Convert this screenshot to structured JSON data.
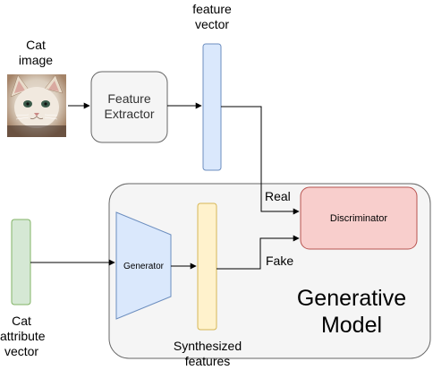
{
  "labels": {
    "cat_image": "Cat\nimage",
    "feature_vector": "feature\nvector",
    "feature_extractor": "Feature\nExtractor",
    "real": "Real",
    "discriminator": "Discriminator",
    "cat_attribute_vector": "Cat\nattribute\nvector",
    "generator": "Generator",
    "fake": "Fake",
    "generative_model": "Generative\nModel",
    "synthesized_features": "Synthesized\nfeatures"
  },
  "colors": {
    "feature_vector_fill": "#dae8fc",
    "feature_vector_stroke": "#6c8ebf",
    "extractor_fill": "#f5f5f5",
    "extractor_stroke": "#666666",
    "model_fill": "#f5f5f5",
    "model_stroke": "#666666",
    "discriminator_fill": "#f8cecc",
    "discriminator_stroke": "#b85450",
    "attribute_fill": "#d5e8d4",
    "attribute_stroke": "#82b366",
    "generator_fill": "#dae8fc",
    "generator_stroke": "#6c8ebf",
    "synth_fill": "#fff2cc",
    "synth_stroke": "#d6b656"
  },
  "icons": {
    "cat_photo": "cat-photo-icon"
  }
}
